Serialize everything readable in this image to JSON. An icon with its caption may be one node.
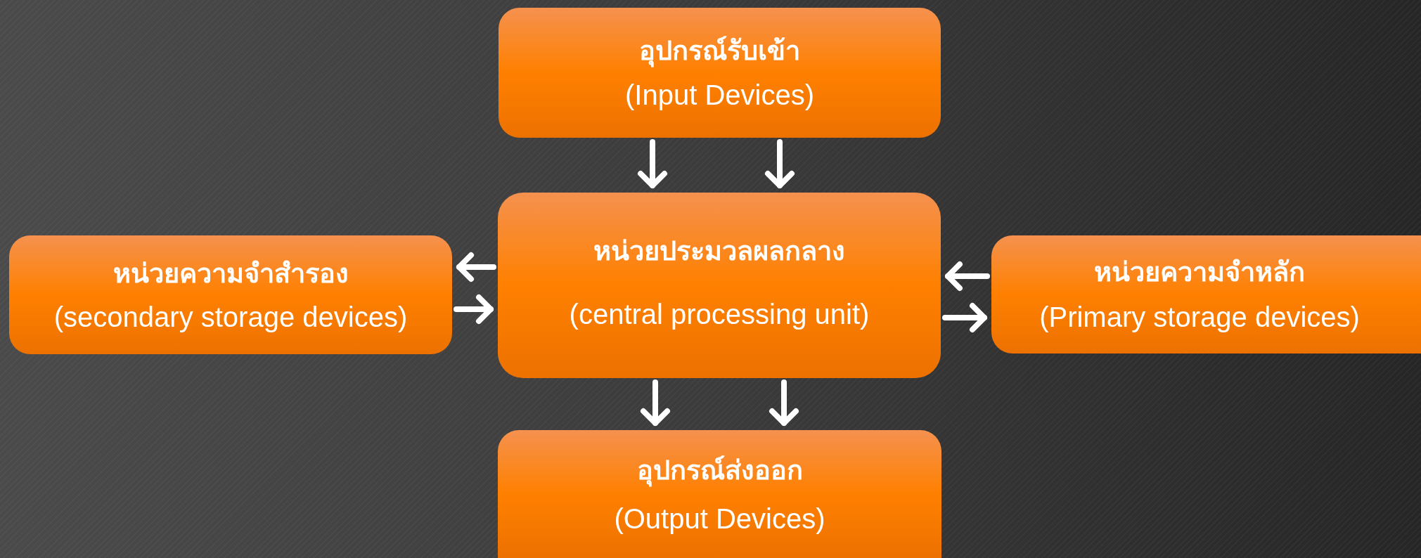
{
  "diagram": {
    "nodes": [
      {
        "text": [
          "อุปกรณ์รับเข้า",
          "(Input Devices)"
        ]
      },
      {
        "text": [
          "หน่วยความจำสำรอง",
          "(secondary storage devices)"
        ]
      },
      {
        "text": [
          "หน่วยประมวลผลกลาง",
          "(central processing unit)"
        ]
      },
      {
        "text": [
          "หน่วยความจำหลัก",
          "(Primary storage devices)"
        ]
      },
      {
        "text": [
          "อุปกรณ์ส่งออก",
          "(Output Devices)"
        ]
      }
    ],
    "edges": [
      {
        "from": 0,
        "to": 2,
        "arrow": "to"
      },
      {
        "from": 0,
        "to": 2,
        "arrow": "to"
      },
      {
        "from": 2,
        "to": 1,
        "arrow": "to"
      },
      {
        "from": 1,
        "to": 2,
        "arrow": "to"
      },
      {
        "from": 3,
        "to": 2,
        "arrow": "to"
      },
      {
        "from": 2,
        "to": 3,
        "arrow": "to"
      },
      {
        "from": 2,
        "to": 4,
        "arrow": "to"
      },
      {
        "from": 2,
        "to": 4,
        "arrow": "to"
      }
    ]
  }
}
